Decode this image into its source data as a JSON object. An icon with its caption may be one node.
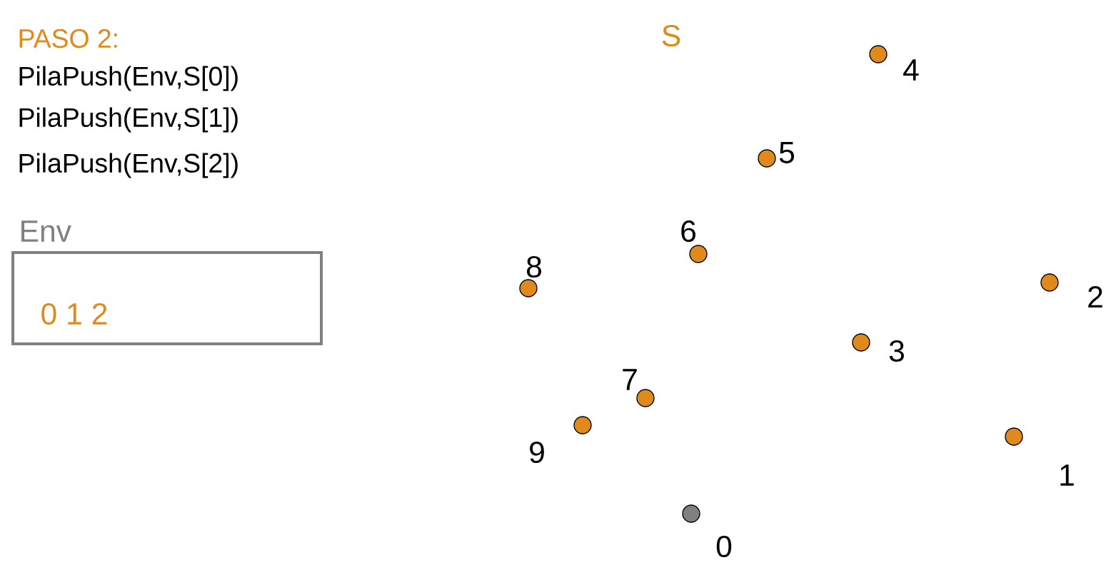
{
  "diagram": {
    "title": "PASO 2:",
    "nodes": [
      {
        "text": [
          "Env",
          "0 1 2"
        ]
      },
      {
        "text": [],
        "shape": "circle",
        "beside": [
          "0"
        ]
      },
      {
        "text": [],
        "shape": "circle",
        "beside": [
          "1"
        ]
      },
      {
        "text": [],
        "shape": "circle",
        "beside": [
          "2"
        ]
      },
      {
        "text": [],
        "shape": "circle",
        "beside": [
          "3"
        ]
      },
      {
        "text": [],
        "shape": "circle",
        "beside": [
          "4"
        ]
      },
      {
        "text": [],
        "shape": "circle",
        "beside": [
          "5"
        ]
      },
      {
        "text": [],
        "shape": "circle",
        "beside": [
          "6"
        ]
      },
      {
        "text": [],
        "shape": "circle",
        "beside": [
          "7"
        ]
      },
      {
        "text": [],
        "shape": "circle",
        "beside": [
          "8"
        ]
      },
      {
        "text": [],
        "shape": "circle",
        "beside": [
          "9"
        ]
      }
    ],
    "labels": [
      "PilaPush(Env,S[0])",
      "PilaPush(Env,S[1])",
      "PilaPush(Env,S[2])",
      "S"
    ]
  }
}
